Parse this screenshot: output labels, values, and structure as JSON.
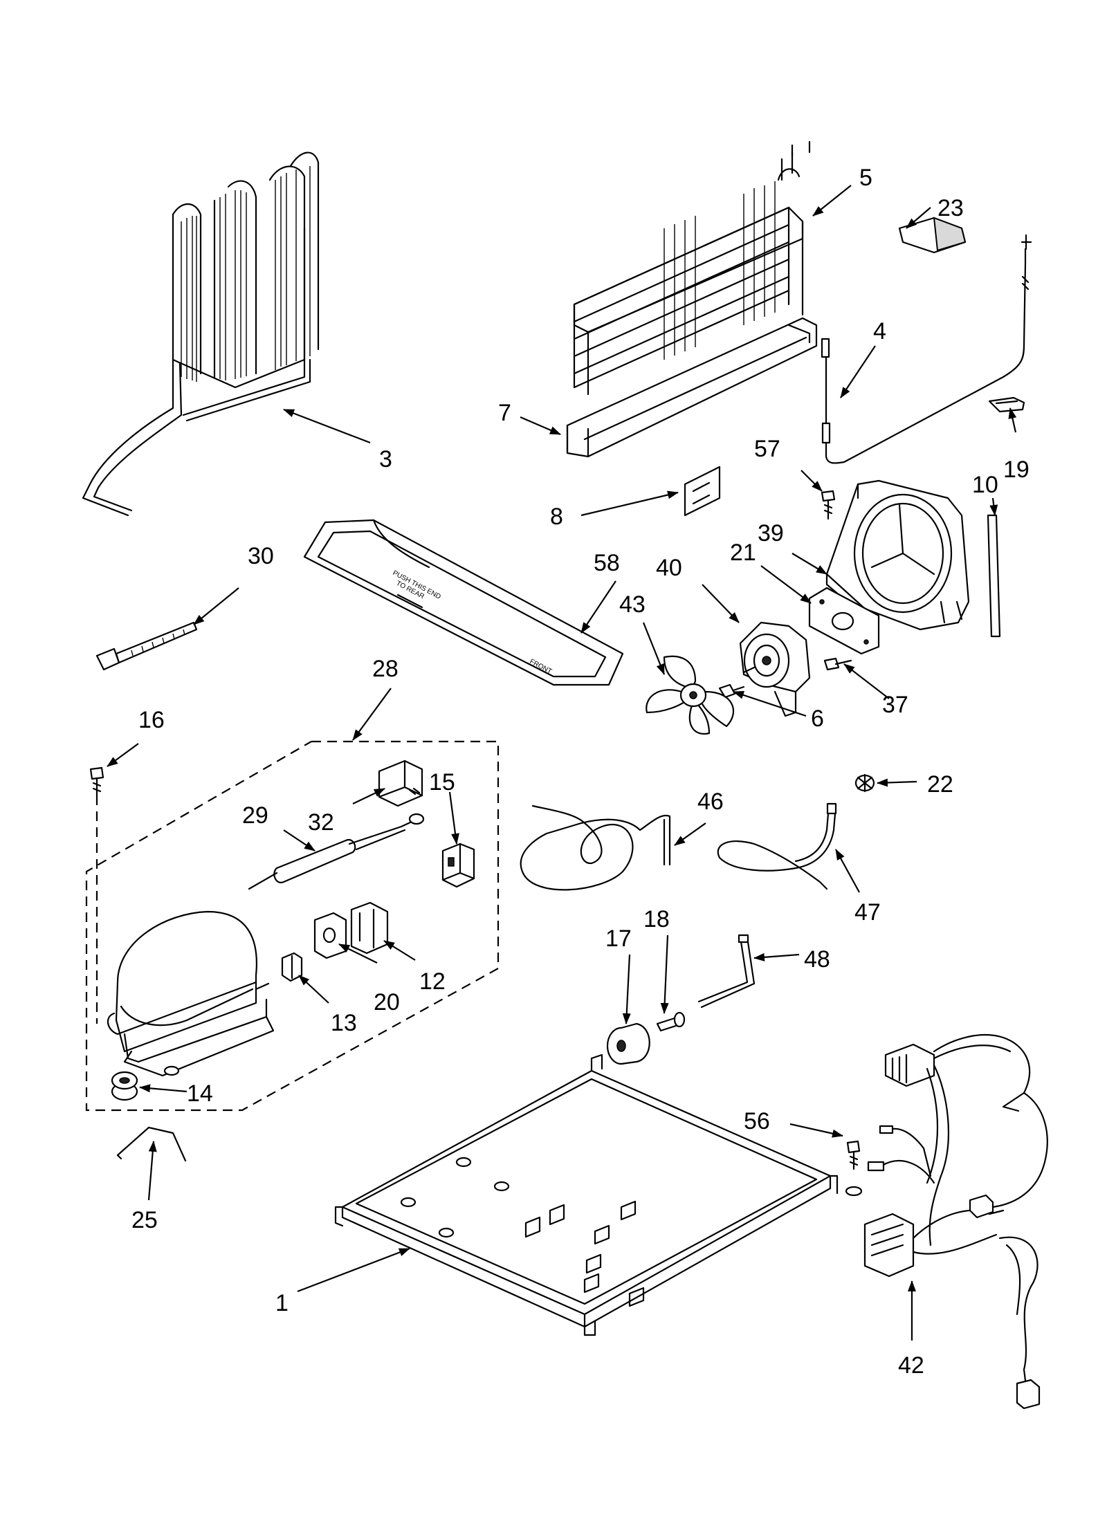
{
  "diagram": {
    "callouts": {
      "c1": "1",
      "c3": "3",
      "c4": "4",
      "c5": "5",
      "c6": "6",
      "c7": "7",
      "c8": "8",
      "c10": "10",
      "c12": "12",
      "c13": "13",
      "c14": "14",
      "c15": "15",
      "c16": "16",
      "c17": "17",
      "c18": "18",
      "c19": "19",
      "c20": "20",
      "c21": "21",
      "c22": "22",
      "c23": "23",
      "c25": "25",
      "c28": "28",
      "c29": "29",
      "c30": "30",
      "c32": "32",
      "c37": "37",
      "c39": "39",
      "c40": "40",
      "c42": "42",
      "c43": "43",
      "c46": "46",
      "c47": "47",
      "c48": "48",
      "c56": "56",
      "c57": "57",
      "c58": "58"
    },
    "drain_pan_text": {
      "line1": "PUSH THIS END",
      "line2": "TO REAR",
      "front": "FRONT"
    }
  }
}
